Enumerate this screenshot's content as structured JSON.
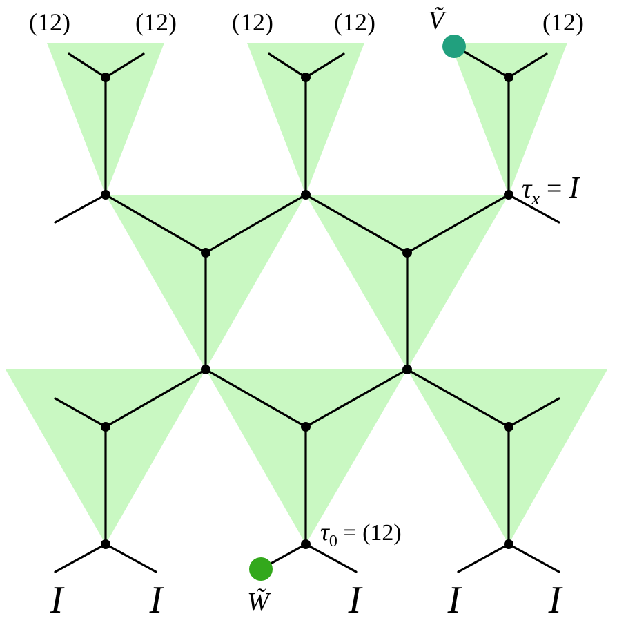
{
  "top_labels": [
    "(12)",
    "(12)",
    "(12)",
    "(12)",
    "Ṽ",
    "(12)"
  ],
  "bottom_labels": [
    "I",
    "I",
    "W̃",
    "I",
    "I",
    "I"
  ],
  "annotations": {
    "tau_x_symbol": "τ",
    "tau_x_subscript": "x",
    "tau_x_rest": " = ",
    "tau_x_value": "I",
    "tau_0_symbol": "τ",
    "tau_0_subscript": "0",
    "tau_0_rest": " = (12)"
  },
  "colors": {
    "triangle_fill": "#c9f8c2",
    "edge": "#000000",
    "marker_V": "#21a07e",
    "marker_W": "#33a81c"
  }
}
